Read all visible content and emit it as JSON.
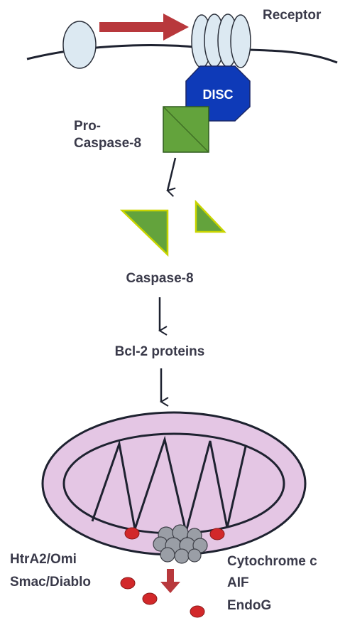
{
  "labels": {
    "receptor": "Receptor",
    "disc": "DISC",
    "pro_caspase_line1": "Pro-",
    "pro_caspase_line2": "Caspase-8",
    "caspase8": "Caspase-8",
    "bcl2": "Bcl-2 proteins",
    "htra2": "HtrA2/Omi",
    "smac": "Smac/Diablo",
    "cytochrome": "Cytochrome c",
    "aif": "AIF",
    "endog": "EndoG"
  },
  "colors": {
    "text": "#3a3a4a",
    "membrane": "#1e2230",
    "receptor_fill": "#dce9f2",
    "receptor_stroke": "#2a2f3a",
    "arrow_red": "#b8383c",
    "disc_fill": "#0e3ab8",
    "caspase_fill": "#63a33c",
    "caspase_edge": "#d6e000",
    "mito_outer": "#e4c6e4",
    "protein_red": "#d2282a",
    "pore_grey": "#9a9ea6"
  },
  "icons": [
    "membrane",
    "receptor-subunit",
    "translocation-arrow",
    "disc-octagon",
    "caspase-square",
    "caspase-fragment",
    "flow-arrow",
    "mitochondrion",
    "pore-complex",
    "released-protein"
  ]
}
